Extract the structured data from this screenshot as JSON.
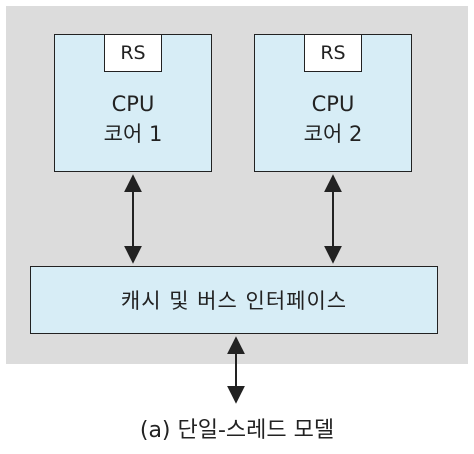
{
  "cores": [
    {
      "rs_label": "RS",
      "title": "CPU",
      "subtitle": "코어 1"
    },
    {
      "rs_label": "RS",
      "title": "CPU",
      "subtitle": "코어 2"
    }
  ],
  "bus": {
    "label": "캐시 및 버스 인터페이스"
  },
  "caption": "(a) 단일-스레드 모델",
  "colors": {
    "panel_background": "#dcdcdc",
    "box_fill": "#d7edf6",
    "rs_fill": "#ffffff",
    "stroke": "#222222"
  }
}
